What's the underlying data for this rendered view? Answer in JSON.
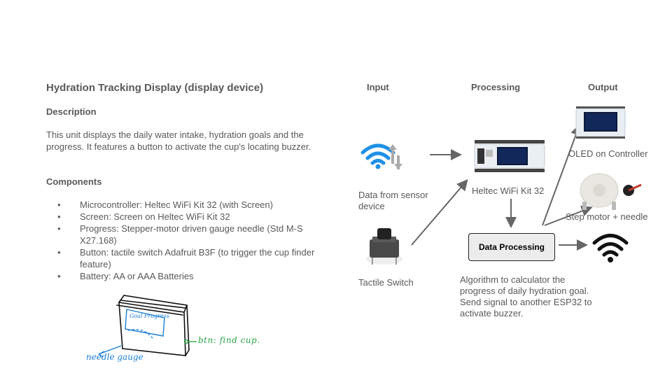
{
  "left": {
    "title": "Hydration Tracking Display (display device)",
    "description_heading": "Description",
    "description": "This unit displays the daily water intake, hydration goals and the progress. It features a button to activate the cup's locating buzzer.",
    "components_heading": "Components",
    "components": [
      "Microcontroller: Heltec WiFi Kit 32 (with Screen)",
      "Screen: Screen on Heltec WiFi Kit 32",
      "Progress: Stepper-motor driven gauge needle (Std M-S X27.168)",
      "Button: tactile switch Adafruit B3F (to trigger the cup finder feature)",
      "Battery: AA or AAA Batteries"
    ],
    "sketch": {
      "box_label": "Goal Progress",
      "needle_label": "needle gauge",
      "button_label": "btn: find cup."
    }
  },
  "diagram": {
    "input_heading": "Input",
    "processing_heading": "Processing",
    "output_heading": "Output",
    "sensor_label": "Data from sensor device",
    "switch_label": "Tactile Switch",
    "controller_label": "Heltec WiFi Kit 32",
    "data_processing_label": "Data Processing",
    "algorithm_text": "Algorithm to calculator the progress of daily hydration goal. Send signal to another ESP32 to activate buzzer.",
    "oled_label": "OLED on Controller",
    "motor_label": "Step motor + needle",
    "icons": [
      "wifi-sync-icon",
      "tactile-switch-image",
      "heltec-board-image",
      "oled-board-image",
      "stepper-motor-image",
      "wifi-icon"
    ],
    "colors": {
      "arrow": "#666666",
      "wifi_blue": "#1e90e6",
      "sketch_blue": "#1a7fd4",
      "sketch_green": "#2aa84a"
    }
  }
}
